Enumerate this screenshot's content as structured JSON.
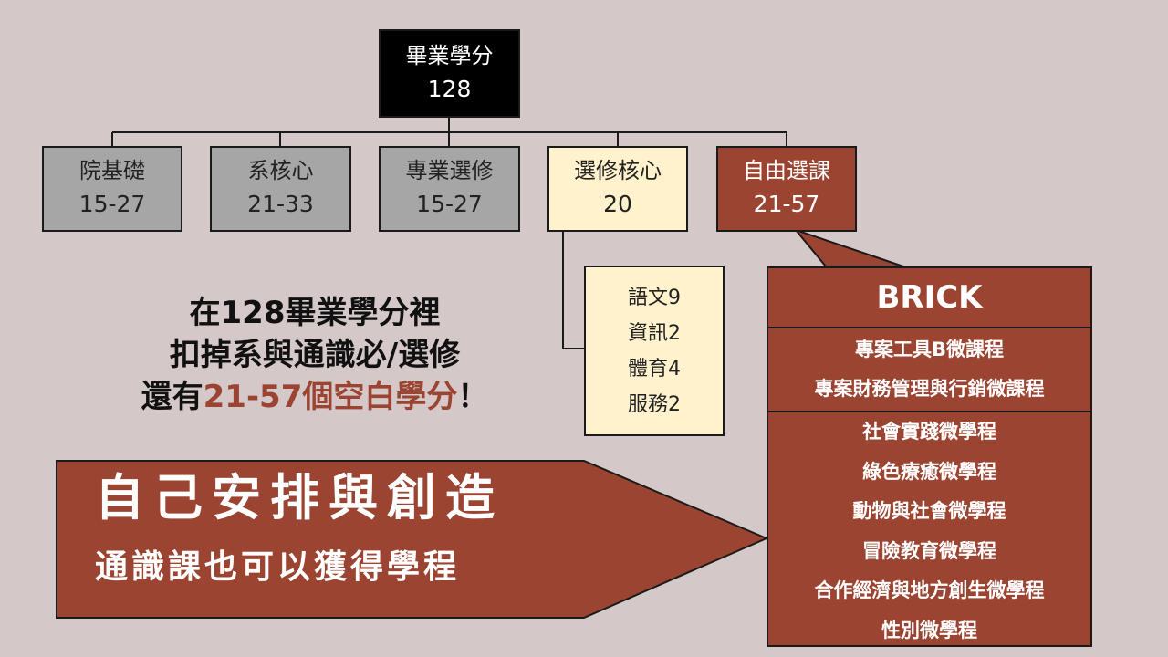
{
  "root": {
    "title": "畢業學分",
    "value": "128"
  },
  "categories": [
    {
      "name": "院基礎",
      "value": "15-27",
      "style": "gray"
    },
    {
      "name": "系核心",
      "value": "21-33",
      "style": "gray"
    },
    {
      "name": "專業選修",
      "value": "15-27",
      "style": "gray"
    },
    {
      "name": "選修核心",
      "value": "20",
      "style": "cream"
    },
    {
      "name": "自由選課",
      "value": "21-57",
      "style": "brown"
    }
  ],
  "elective_core": [
    "語文9",
    "資訊2",
    "體育4",
    "服務2"
  ],
  "message": {
    "line1": "在128畢業學分裡",
    "line2": "扣掉系與通識必/選修",
    "line3_pre": "還有",
    "line3_highlight": "21-57個空白學分",
    "line3_post": "！"
  },
  "brick": {
    "title": "BRICK",
    "micro_courses": [
      "專案工具B微課程",
      "專案財務管理與行銷微課程"
    ],
    "micro_programs": [
      "社會實踐微學程",
      "綠色療癒微學程",
      "動物與社會微學程",
      "冒險教育微學程",
      "合作經濟與地方創生微學程",
      "性別微學程"
    ]
  },
  "slogan": {
    "line1": "自己安排與創造",
    "line2": "通識課也可以獲得學程"
  },
  "colors": {
    "background": "#d5c8c9",
    "gray": "#a6a6a6",
    "cream": "#fff2cc",
    "brown": "#9b4431",
    "root": "#000000"
  }
}
